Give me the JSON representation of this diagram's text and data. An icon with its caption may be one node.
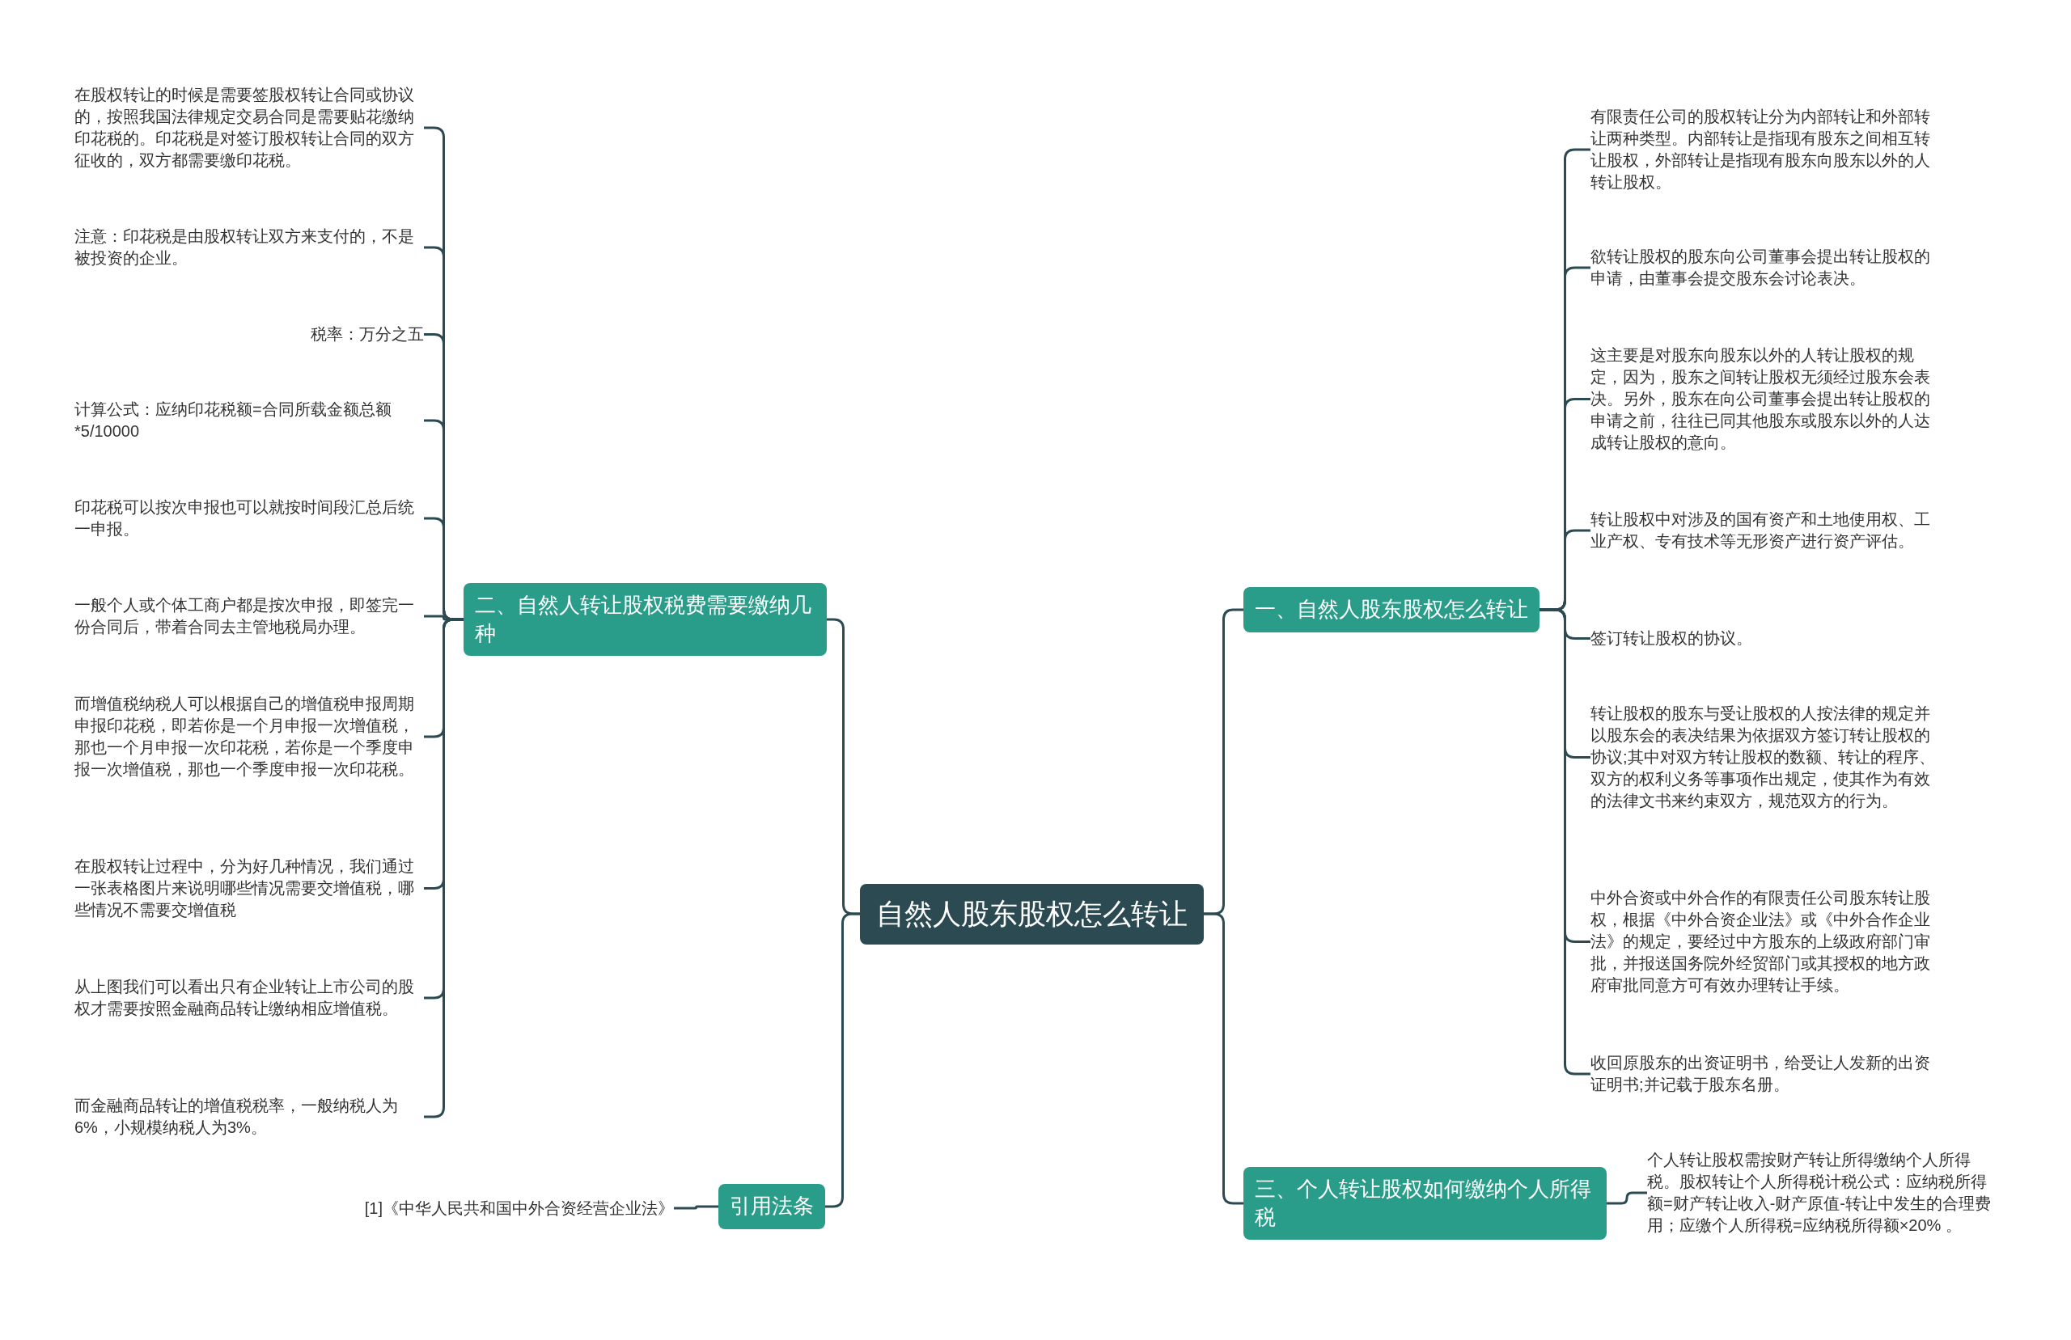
{
  "diagram": {
    "nodes": [
      {
        "text": [
          "自然人股东股权怎么转让"
        ]
      },
      {
        "text": [
          "一、自然人股东股权怎么转让"
        ]
      },
      {
        "text": [
          "有限责任公司的股权转让分为内部转让和外部转让两种类型。内部转让是指现有股东之间相互转让股权，外部转让是指现有股东向股东以外的人转让股权。"
        ]
      },
      {
        "text": [
          "欲转让股权的股东向公司董事会提出转让股权的申请，由董事会提交股东会讨论表决。"
        ]
      },
      {
        "text": [
          "这主要是对股东向股东以外的人转让股权的规定，因为，股东之间转让股权无须经过股东会表决。另外，股东在向公司董事会提出转让股权的申请之前，往往已同其他股东或股东以外的人达成转让股权的意向。"
        ]
      },
      {
        "text": [
          "转让股权中对涉及的国有资产和土地使用权、工业产权、专有技术等无形资产进行资产评估。"
        ]
      },
      {
        "text": [
          "签订转让股权的协议。"
        ]
      },
      {
        "text": [
          "转让股权的股东与受让股权的人按法律的规定并以股东会的表决结果为依据双方签订转让股权的协议;其中对双方转让股权的数额、转让的程序、双方的权利义务等事项作出规定，使其作为有效的法律文书来约束双方，规范双方的行为。"
        ]
      },
      {
        "text": [
          "中外合资或中外合作的有限责任公司股东转让股权，根据《中外合资企业法》或《中外合作企业法》的规定，要经过中方股东的上级政府部门审批，并报送国务院外经贸部门或其授权的地方政府审批同意方可有效办理转让手续。"
        ]
      },
      {
        "text": [
          "收回原股东的出资证明书，给受让人发新的出资证明书;并记载于股东名册。"
        ]
      },
      {
        "text": [
          "二、自然人转让股权税费需要缴纳几种"
        ]
      },
      {
        "text": [
          "在股权转让的时候是需要签股权转让合同或协议的，按照我国法律规定交易合同是需要贴花缴纳印花税的。印花税是对签订股权转让合同的双方征收的，双方都需要缴印花税。"
        ]
      },
      {
        "text": [
          "注意：印花税是由股权转让双方来支付的，不是被投资的企业。"
        ]
      },
      {
        "text": [
          "税率：万分之五"
        ]
      },
      {
        "text": [
          "计算公式：应纳印花税额=合同所载金额总额*5/10000"
        ]
      },
      {
        "text": [
          "印花税可以按次申报也可以就按时间段汇总后统一申报。"
        ]
      },
      {
        "text": [
          "一般个人或个体工商户都是按次申报，即签完一份合同后，带着合同去主管地税局办理。"
        ]
      },
      {
        "text": [
          "而增值税纳税人可以根据自己的增值税申报周期申报印花税，即若你是一个月申报一次增值税，那也一个月申报一次印花税，若你是一个季度申报一次增值税，那也一个季度申报一次印花税。"
        ]
      },
      {
        "text": [
          "在股权转让过程中，分为好几种情况，我们通过一张表格图片来说明哪些情况需要交增值税，哪些情况不需要交增值税"
        ]
      },
      {
        "text": [
          "从上图我们可以看出只有企业转让上市公司的股权才需要按照金融商品转让缴纳相应增值税。"
        ]
      },
      {
        "text": [
          "而金融商品转让的增值税税率，一般纳税人为6%，小规模纳税人为3%。"
        ]
      },
      {
        "text": [
          "三、个人转让股权如何缴纳个人所得税"
        ]
      },
      {
        "text": [
          "个人转让股权需按财产转让所得缴纳个人所得税。股权转让个人所得税计税公式：应纳税所得额=财产转让收入-财产原值-转让中发生的合理费用；应缴个人所得税=应纳税所得额×20% 。"
        ]
      },
      {
        "text": [
          "引用法条"
        ]
      },
      {
        "text": [
          "[1]《中华人民共和国中外合资经营企业法》"
        ]
      }
    ],
    "edges": [
      {
        "from": 0,
        "to": 1,
        "arrow": "none"
      },
      {
        "from": 1,
        "to": 2,
        "arrow": "none"
      },
      {
        "from": 1,
        "to": 3,
        "arrow": "none"
      },
      {
        "from": 1,
        "to": 4,
        "arrow": "none"
      },
      {
        "from": 1,
        "to": 5,
        "arrow": "none"
      },
      {
        "from": 1,
        "to": 6,
        "arrow": "none"
      },
      {
        "from": 1,
        "to": 7,
        "arrow": "none"
      },
      {
        "from": 1,
        "to": 8,
        "arrow": "none"
      },
      {
        "from": 1,
        "to": 9,
        "arrow": "none"
      },
      {
        "from": 0,
        "to": 10,
        "arrow": "none"
      },
      {
        "from": 10,
        "to": 11,
        "arrow": "none"
      },
      {
        "from": 10,
        "to": 12,
        "arrow": "none"
      },
      {
        "from": 10,
        "to": 13,
        "arrow": "none"
      },
      {
        "from": 10,
        "to": 14,
        "arrow": "none"
      },
      {
        "from": 10,
        "to": 15,
        "arrow": "none"
      },
      {
        "from": 10,
        "to": 16,
        "arrow": "none"
      },
      {
        "from": 10,
        "to": 17,
        "arrow": "none"
      },
      {
        "from": 10,
        "to": 18,
        "arrow": "none"
      },
      {
        "from": 10,
        "to": 19,
        "arrow": "none"
      },
      {
        "from": 10,
        "to": 20,
        "arrow": "none"
      },
      {
        "from": 0,
        "to": 21,
        "arrow": "none"
      },
      {
        "from": 21,
        "to": 22,
        "arrow": "none"
      },
      {
        "from": 0,
        "to": 23,
        "arrow": "none"
      },
      {
        "from": 23,
        "to": 24,
        "arrow": "none"
      }
    ]
  }
}
